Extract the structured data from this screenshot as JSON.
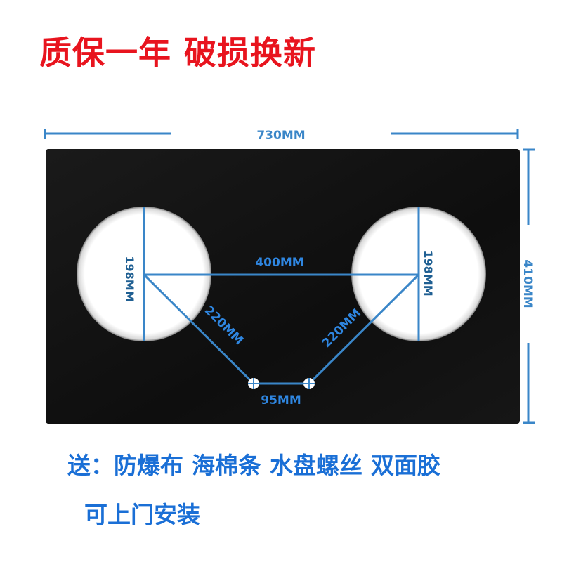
{
  "header": {
    "warranty": "质保一年",
    "replacement": "破损换新",
    "color": "#e8141e"
  },
  "diagram": {
    "board_color": "#141414",
    "dimension_color": "#3a86c8",
    "label_color_on_board": "#2f86e0",
    "label_color_on_white": "#1f5f92",
    "width_label": "730MM",
    "height_label": "410MM",
    "hole_diameter_left_label": "198MM",
    "hole_diameter_right_label": "198MM",
    "center_distance_label": "400MM",
    "diagonal_left_label": "220MM",
    "diagonal_right_label": "220MM",
    "small_hole_distance_label": "95MM"
  },
  "footer": {
    "gift_prefix": "送：",
    "gift_items": [
      "防爆布",
      "海棉条",
      "水盘螺丝",
      "双面胶"
    ],
    "install_note": "可上门安装",
    "color": "#1a6fd6"
  }
}
